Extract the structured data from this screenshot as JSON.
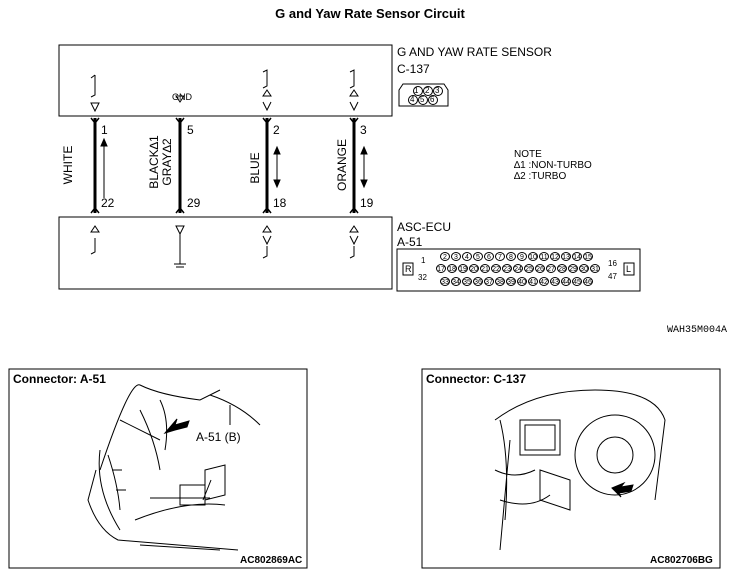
{
  "title": "G and Yaw Rate Sensor Circuit",
  "sensor": {
    "name": "G AND YAW RATE SENSOR",
    "connector": "C-137",
    "pins": [
      "1",
      "2",
      "3",
      "4",
      "5",
      "6"
    ]
  },
  "ecu": {
    "name": "ASC-ECU",
    "connector": "A-51",
    "left_label": "R",
    "right_label": "L",
    "pins_row1": [
      "2",
      "3",
      "4",
      "5",
      "6",
      "7",
      "8",
      "9",
      "10",
      "11",
      "12",
      "13",
      "14",
      "15"
    ],
    "pins_row2": [
      "17",
      "18",
      "19",
      "20",
      "21",
      "22",
      "23",
      "24",
      "25",
      "26",
      "27",
      "28",
      "29",
      "30",
      "31"
    ],
    "pins_row3": [
      "33",
      "34",
      "35",
      "36",
      "37",
      "38",
      "39",
      "40",
      "41",
      "42",
      "43",
      "44",
      "45",
      "46"
    ],
    "pin_left_top": "1",
    "pin_left_bottom": "32",
    "pin_right_top": "16",
    "pin_right_bottom": "47"
  },
  "wires": [
    {
      "color_label": "WHITE",
      "top_pin": "1",
      "bottom_pin": "22"
    },
    {
      "color_label": "BLACK∆1\nGRAY∆2",
      "color_line1": "BLACK∆1",
      "color_line2": "GRAY∆2",
      "top_pin": "5",
      "bottom_pin": "29",
      "gnd_label": "GND"
    },
    {
      "color_label": "BLUE",
      "top_pin": "2",
      "bottom_pin": "18"
    },
    {
      "color_label": "ORANGE",
      "top_pin": "3",
      "bottom_pin": "19"
    }
  ],
  "note": {
    "heading": "NOTE",
    "line1": "∆1 :NON-TURBO",
    "line2": "∆2 :TURBO"
  },
  "diagram_code": "WAH35M004A",
  "panels": [
    {
      "title": "Connector: A-51",
      "callout": "A-51 (B)",
      "code": "AC802869AC"
    },
    {
      "title": "Connector: C-137",
      "code": "AC802706BG"
    }
  ]
}
